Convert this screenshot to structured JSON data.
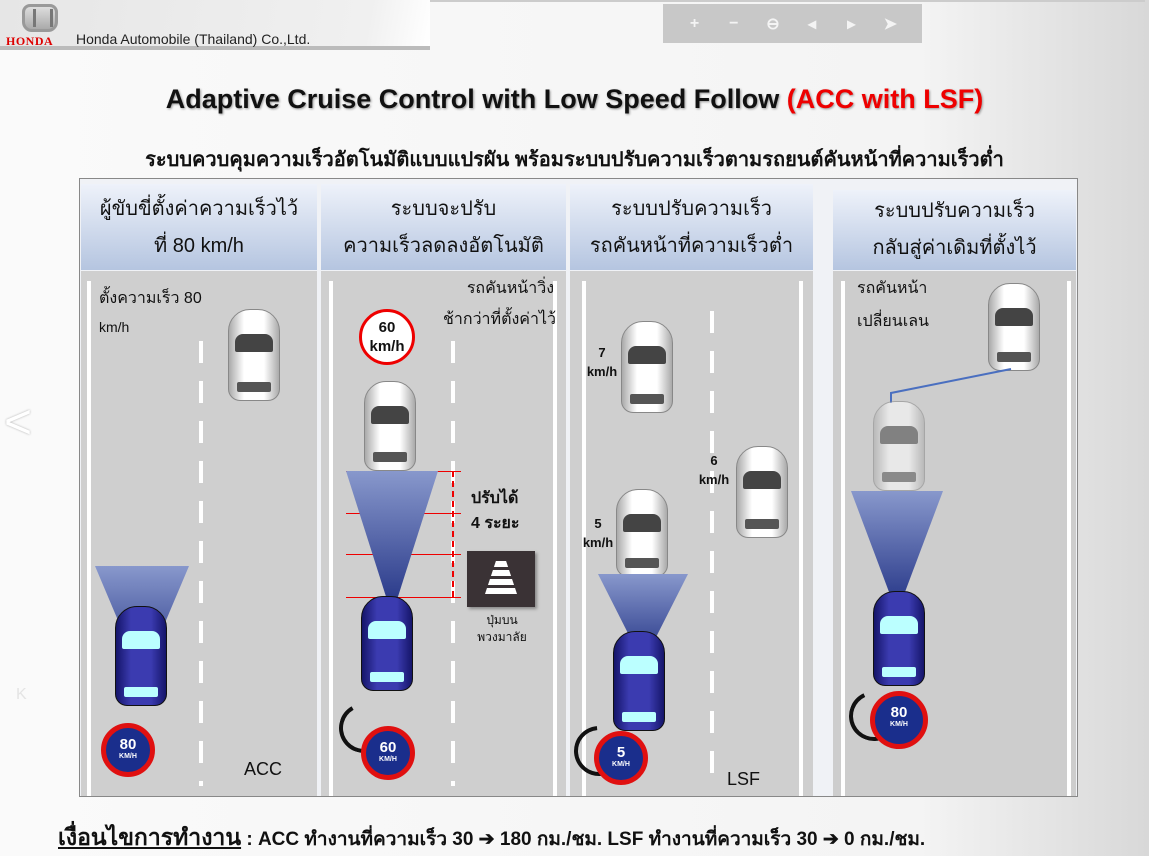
{
  "header": {
    "brand": "HONDA",
    "company": "Honda Automobile (Thailand) Co.,Ltd."
  },
  "toolbar": {
    "zoom_in": "+",
    "zoom_out": "−",
    "zoom_reset": "⊖",
    "prev": "◂",
    "next": "▸",
    "pointer": "➤"
  },
  "slide": {
    "title_main": "Adaptive Cruise Control with Low Speed Follow ",
    "title_accent": "(ACC with LSF)",
    "subtitle": "ระบบควบคุมความเร็วอัตโนมัติแบบแปรผัน พร้อมระบบปรับความเร็วตามรถยนต์คันหน้าที่ความเร็วต่ำ",
    "panels": [
      {
        "head1": "ผู้ขับขี่ตั้งค่าความเร็วไว้",
        "head2": "ที่ 80 km/h",
        "note1": "ตั้งความเร็ว 80",
        "note2": "km/h",
        "sign": "80",
        "sign_unit": "KM/H",
        "mode": "ACC"
      },
      {
        "head1": "ระบบจะปรับ",
        "head2": "ความเร็วลดลงอัตโนมัติ",
        "note1": "รถคันหน้าวิ่ง",
        "note2": "ช้ากว่าที่ตั้งค่าไว้",
        "bubble": "60",
        "bubble_unit": "km/h",
        "adjust1": "ปรับได้",
        "adjust2": "4 ระยะ",
        "button1": "ปุ่มบน",
        "button2": "พวงมาลัย",
        "sign": "60",
        "sign_unit": "KM/H"
      },
      {
        "head1": "ระบบปรับความเร็ว",
        "head2": "รถคันหน้าที่ความเร็วต่ำ",
        "s7": "7",
        "s6": "6",
        "s5": "5",
        "unit": "km/h",
        "sign": "5",
        "sign_unit": "KM/H",
        "mode": "LSF"
      },
      {
        "head1": "ระบบปรับความเร็ว",
        "head2": "กลับสู่ค่าเดิมที่ตั้งไว้",
        "note1": "รถคันหน้า",
        "note2": "เปลี่ยนเลน",
        "sign": "80",
        "sign_unit": "KM/H"
      }
    ],
    "condition_label": "เงื่อนไขการทำงาน",
    "condition_text": " : ACC ทำงานที่ความเร็ว 30 ➔ 180 กม./ชม. LSF ทำงานที่ความเร็ว 30 ➔ 0 กม./ชม."
  },
  "nav": {
    "prev_slide": "<",
    "first_slide": "K"
  }
}
